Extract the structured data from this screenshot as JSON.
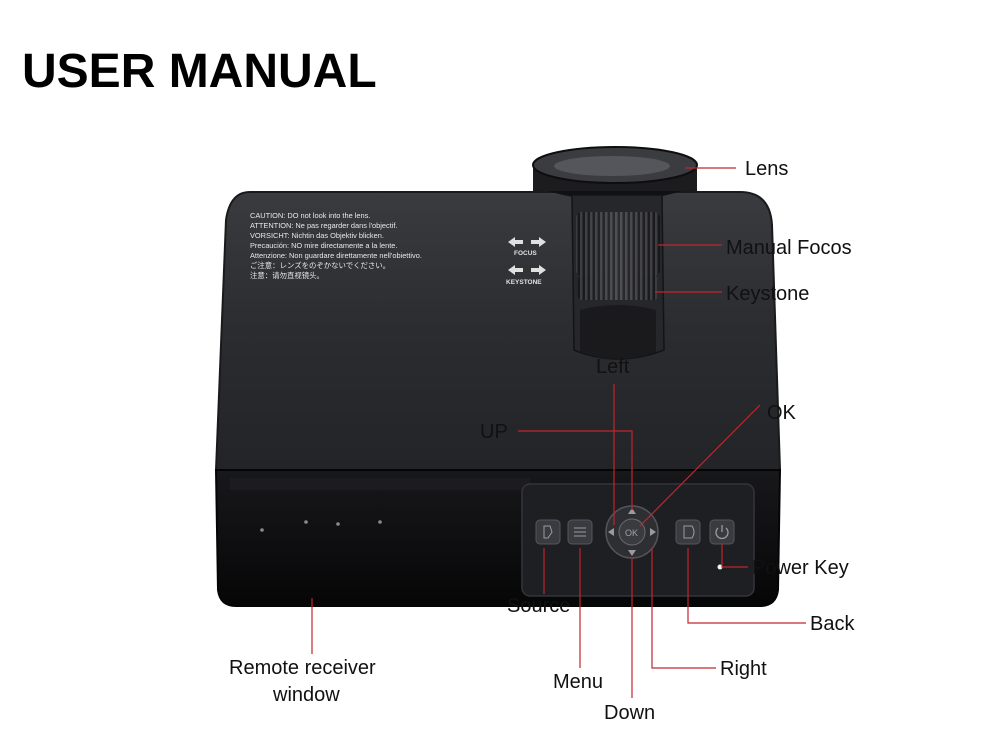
{
  "title": "USER MANUAL",
  "caution_lines": [
    "CAUTION: DO not look into the lens.",
    "ATTENTION: Ne pas regarder dans l'objectif.",
    "VORSICHT: Nichtin das Objektiv blicken.",
    "Precaución: NO mire directamente a la lente.",
    "Attenzione: Non guardare direttamente nell'obiettivo.",
    "ご注意：レンズをのぞかないでください。",
    "注意：请勿直视镜头。"
  ],
  "dial_labels": {
    "focus": "FOCUS",
    "keystone": "KEYSTONE"
  },
  "callouts": {
    "lens": "Lens",
    "manual_focus": "Manual Focos",
    "keystone": "Keystone",
    "left": "Left",
    "ok": "OK",
    "up": "UP",
    "power_key": "Power Key",
    "source": "Source",
    "back": "Back",
    "right": "Right",
    "menu": "Menu",
    "down": "Down",
    "remote_receiver_line1": "Remote receiver",
    "remote_receiver_line2": "window"
  },
  "colors": {
    "leader_line": "#c0262d",
    "projector_body": "#2a2b2e",
    "front_panel": "#0d0d0f"
  }
}
